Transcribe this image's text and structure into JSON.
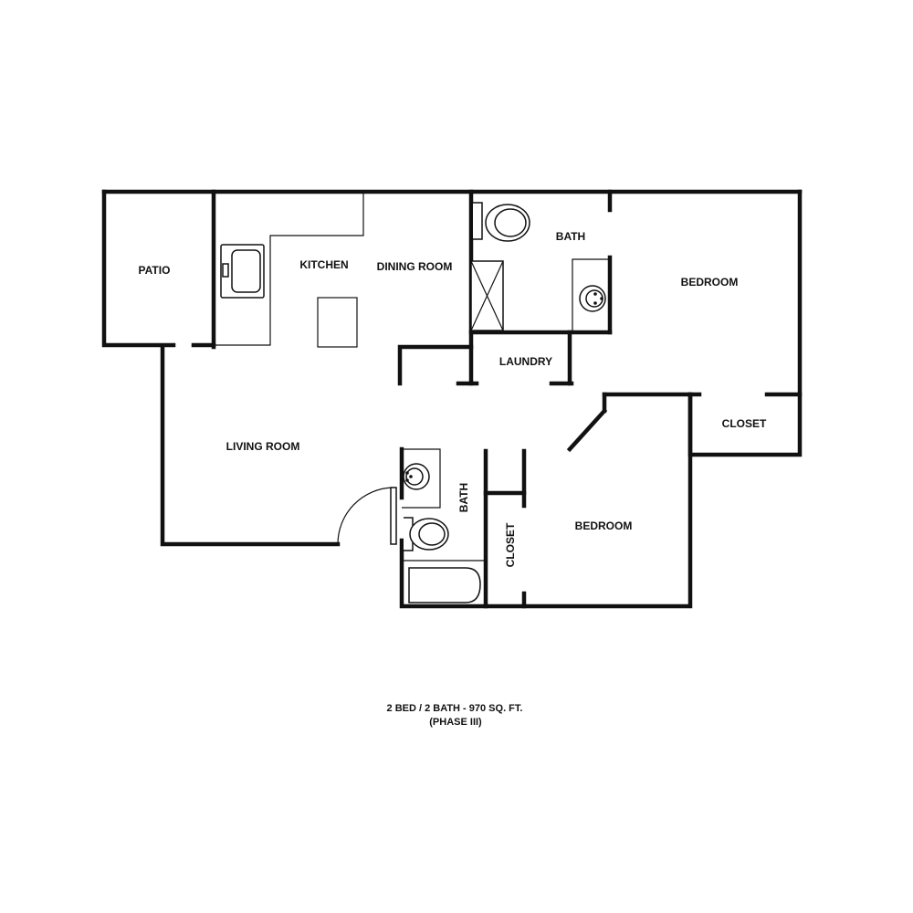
{
  "colors": {
    "ink": "#111111",
    "background": "#ffffff"
  },
  "rooms": {
    "patio": "PATIO",
    "kitchen": "KITCHEN",
    "dining_room": "DINING ROOM",
    "bath_1": "BATH",
    "bedroom_1": "BEDROOM",
    "laundry": "LAUNDRY",
    "closet_1": "CLOSET",
    "living_room": "LIVING ROOM",
    "bath_2": "BATH",
    "closet_2": "CLOSET",
    "bedroom_2": "BEDROOM"
  },
  "caption": {
    "line1": "2 BED / 2 BATH - 970 SQ. FT.",
    "line2": "(PHASE III)"
  },
  "fixtures": [
    "kitchen-sink",
    "kitchen-island",
    "toilet",
    "shower",
    "bathroom-sink",
    "bathtub",
    "entry-door"
  ]
}
